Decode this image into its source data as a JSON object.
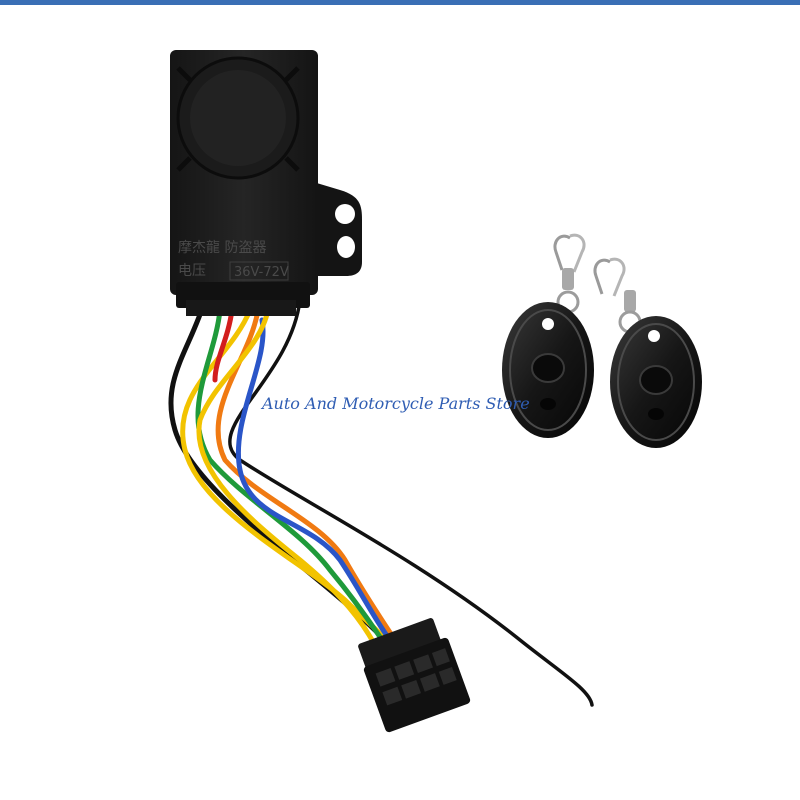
{
  "product": {
    "label_line1": "摩杰龍 防盗器",
    "label_line2_prefix": "电压",
    "label_line2_value": "36V-72V"
  },
  "watermark": {
    "text": "Auto And Motorcycle Parts Store"
  },
  "colors": {
    "top_bar": "#3a6fb5",
    "watermark": "#2f5db3",
    "housing": "#1c1c1c",
    "wire_black": "#111111",
    "wire_yellow": "#f2c300",
    "wire_orange": "#f07a12",
    "wire_green": "#1f9a3a",
    "wire_blue": "#2a55c8",
    "wire_red": "#d21e1e"
  },
  "icons": [
    "alarm-siren-unit",
    "connector-plug",
    "remote-fob"
  ]
}
